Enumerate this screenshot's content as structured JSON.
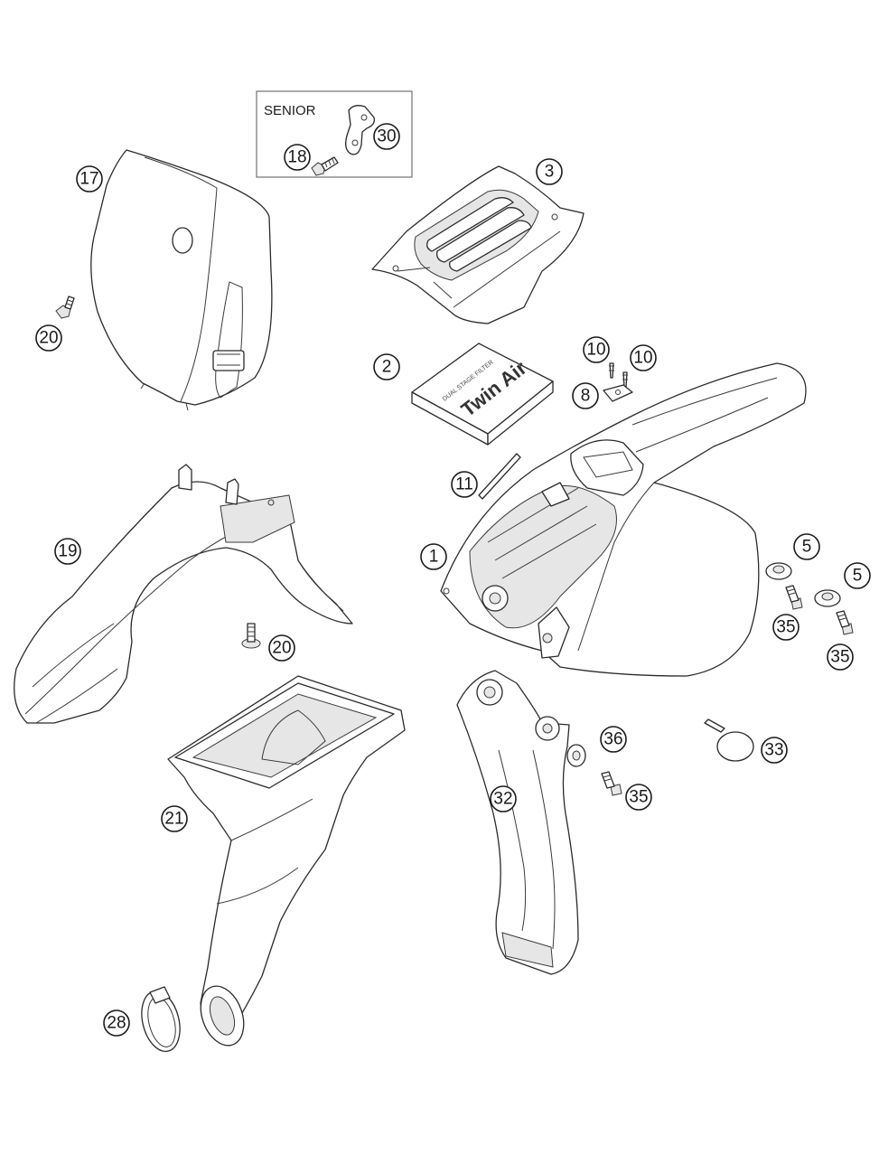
{
  "inset": {
    "label": "SENIOR"
  },
  "filter": {
    "brand": "Twin Air",
    "subtitle": "DUAL STAGE FILTER"
  },
  "callouts": [
    {
      "id": "c-17a",
      "label": "17"
    },
    {
      "id": "c-18",
      "label": "18"
    },
    {
      "id": "c-30",
      "label": "30"
    },
    {
      "id": "c-3",
      "label": "3"
    },
    {
      "id": "c-20a",
      "label": "20"
    },
    {
      "id": "c-2",
      "label": "2"
    },
    {
      "id": "c-10a",
      "label": "10"
    },
    {
      "id": "c-10b",
      "label": "10"
    },
    {
      "id": "c-8",
      "label": "8"
    },
    {
      "id": "c-11",
      "label": "11"
    },
    {
      "id": "c-19",
      "label": "19"
    },
    {
      "id": "c-1",
      "label": "1"
    },
    {
      "id": "c-5a",
      "label": "5"
    },
    {
      "id": "c-5b",
      "label": "5"
    },
    {
      "id": "c-35a",
      "label": "35"
    },
    {
      "id": "c-35b",
      "label": "35"
    },
    {
      "id": "c-20b",
      "label": "20"
    },
    {
      "id": "c-36",
      "label": "36"
    },
    {
      "id": "c-33",
      "label": "33"
    },
    {
      "id": "c-21",
      "label": "21"
    },
    {
      "id": "c-32",
      "label": "32"
    },
    {
      "id": "c-35c",
      "label": "35"
    },
    {
      "id": "c-28",
      "label": "28"
    }
  ]
}
